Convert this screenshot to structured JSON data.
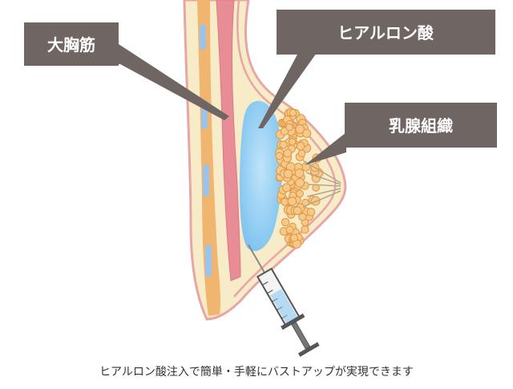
{
  "labels": {
    "pectoralis": "大胸筋",
    "hyaluronic_acid": "ヒアルロン酸",
    "mammary_gland": "乳腺組織"
  },
  "caption": "ヒアルロン酸注入で簡単・手軽にバストアップが実現できます",
  "colors": {
    "callout": "#6f6563",
    "skin": "#f8ecc8",
    "skin_edge": "#e7a6a6",
    "fat_band": "#f0b56f",
    "muscle": "#e88d96",
    "implant": "#8cc8f0",
    "gland": "#f2b46b",
    "rib": "#9cc3ea"
  }
}
